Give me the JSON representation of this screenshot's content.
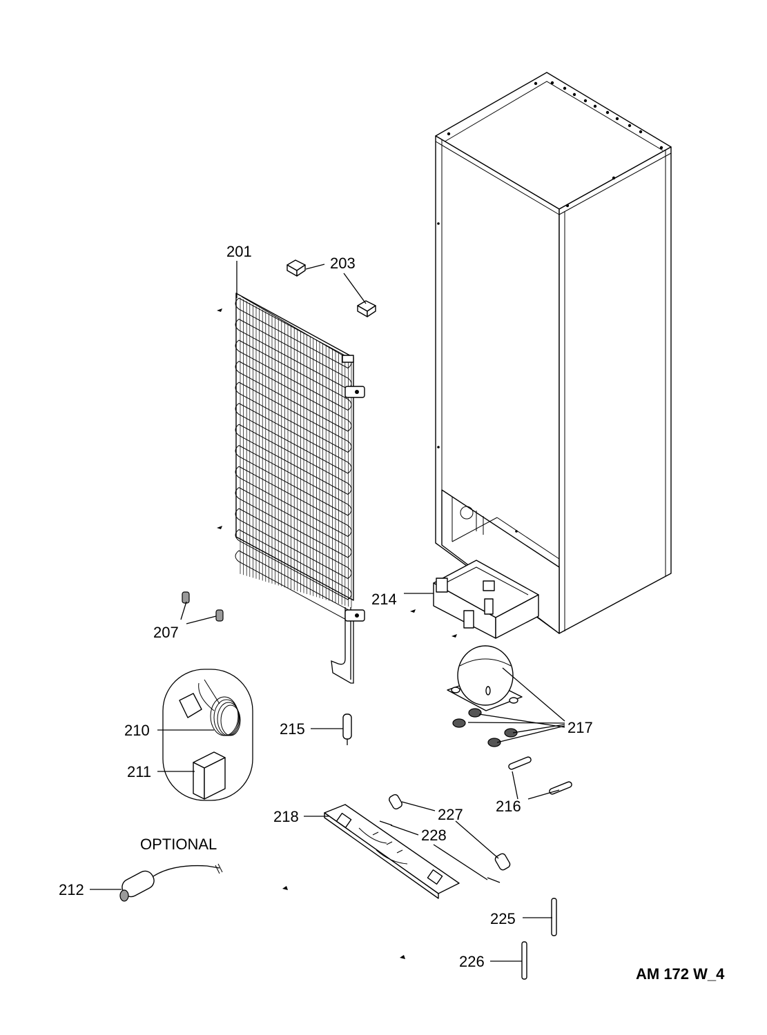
{
  "diagram": {
    "optional_label": "OPTIONAL",
    "model_tag": "AM 172 W_4"
  },
  "callouts": {
    "c201": "201",
    "c203": "203",
    "c207": "207",
    "c210": "210",
    "c211": "211",
    "c212": "212",
    "c214": "214",
    "c215": "215",
    "c216": "216",
    "c217": "217",
    "c218": "218",
    "c225": "225",
    "c226": "226",
    "c227": "227",
    "c228": "228"
  },
  "colors": {
    "line": "#000000",
    "background": "#ffffff",
    "part_shade": "#9a9a9a"
  }
}
